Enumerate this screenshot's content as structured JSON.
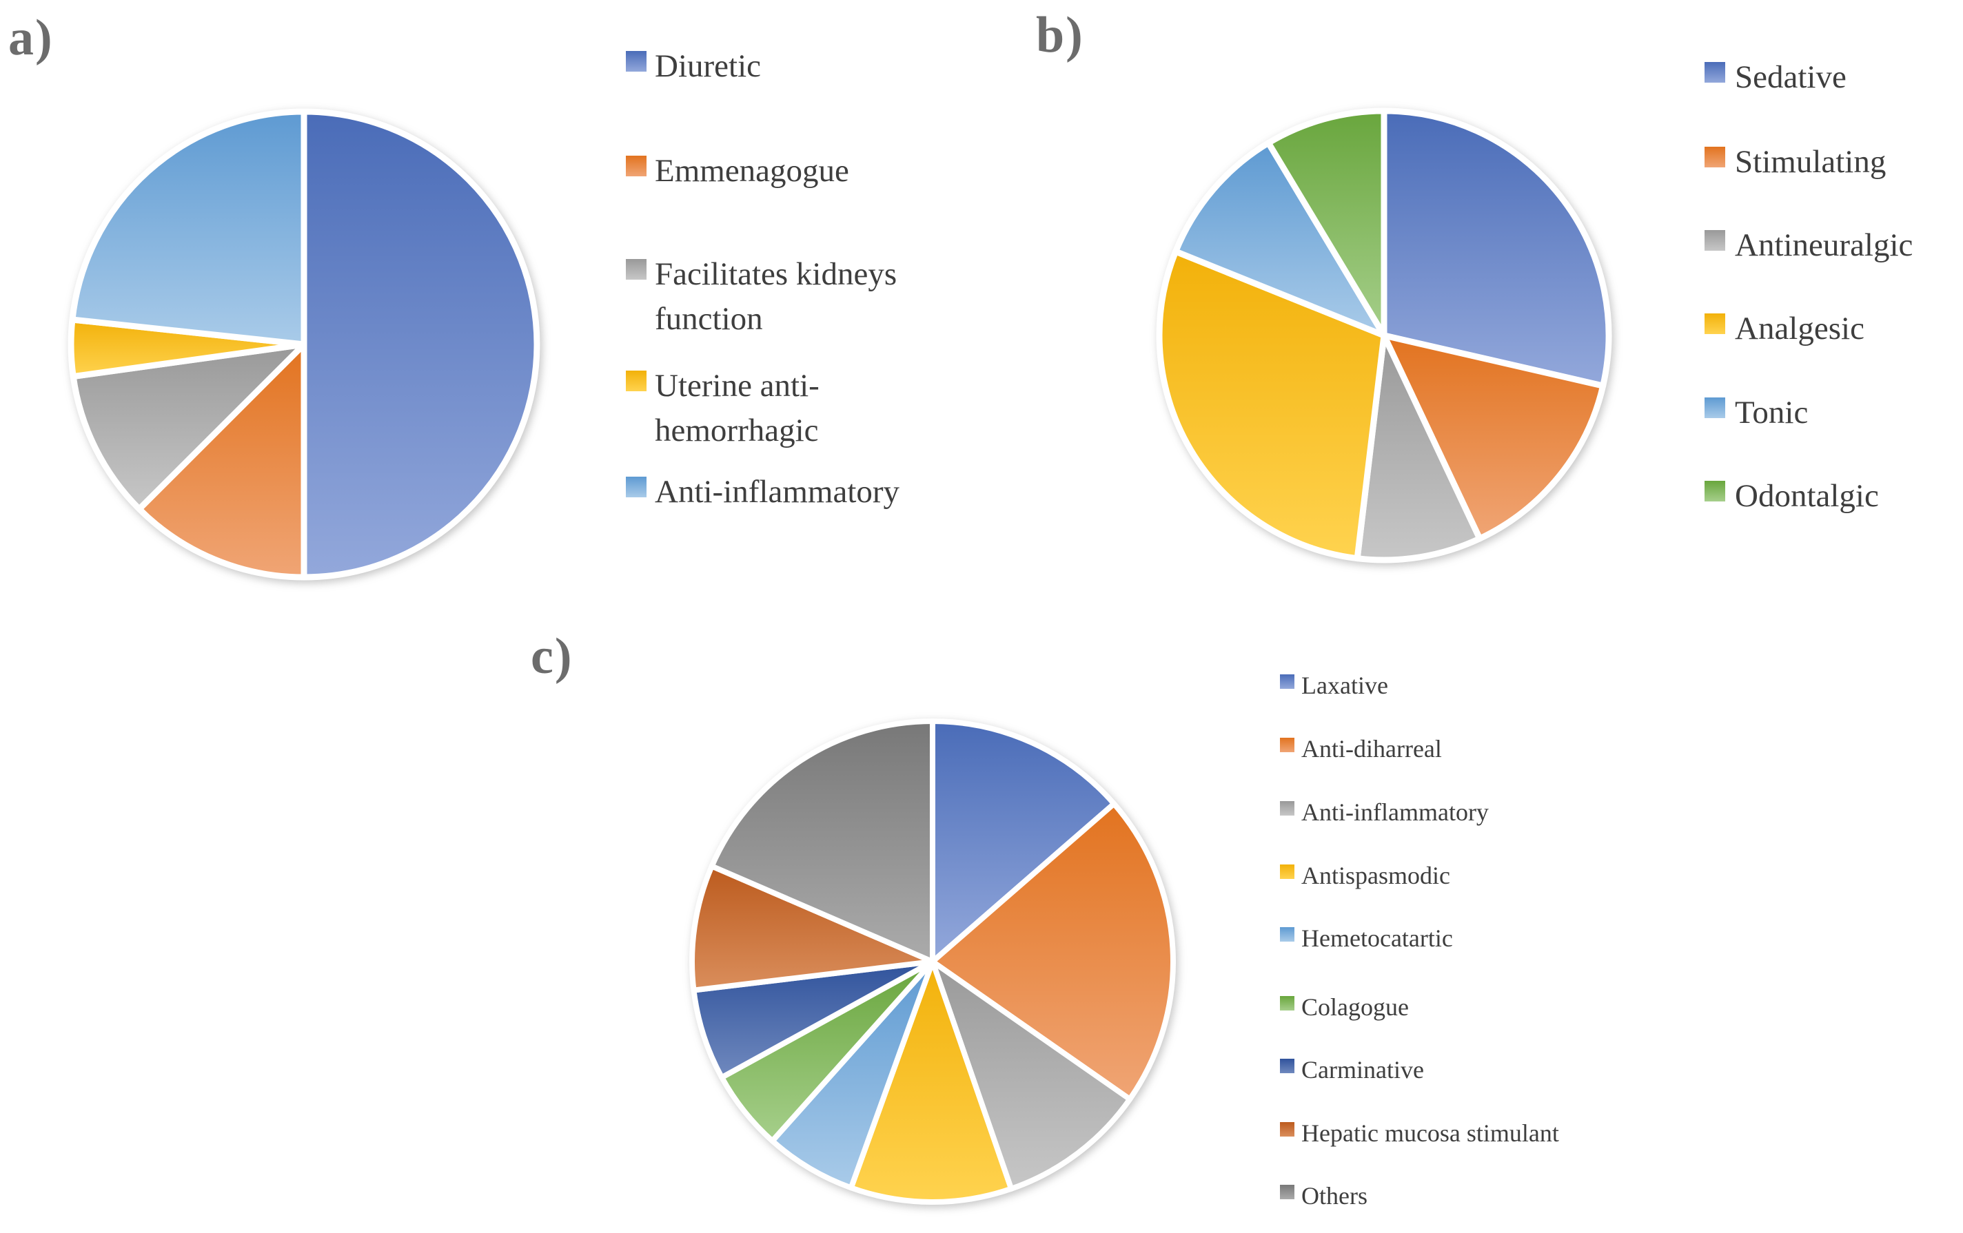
{
  "figure": {
    "background": "#ffffff",
    "text_color": "#3e3e3e",
    "panel_label_color": "#6c6c6c"
  },
  "palette": {
    "blue": {
      "swatch": "#4472C4",
      "grad": [
        "#4a6cb8",
        "#93a8db"
      ]
    },
    "orange": {
      "swatch": "#ED7D31",
      "grad": [
        "#e2731f",
        "#f0a575"
      ]
    },
    "gray": {
      "swatch": "#A5A5A5",
      "grad": [
        "#999999",
        "#c7c7c7"
      ]
    },
    "yellow": {
      "swatch": "#FFC000",
      "grad": [
        "#f2b10a",
        "#ffd34f"
      ]
    },
    "lightblue": {
      "swatch": "#5B9BD5",
      "grad": [
        "#5e9ad2",
        "#a9cbe9"
      ]
    },
    "green": {
      "swatch": "#70AD47",
      "grad": [
        "#69a63d",
        "#a6cf8b"
      ]
    },
    "navy": {
      "swatch": "#2F5597",
      "grad": [
        "#30539c",
        "#7089be"
      ]
    },
    "darkorange": {
      "swatch": "#C55A11",
      "grad": [
        "#bc5b1e",
        "#da8e5c"
      ]
    },
    "darkgray": {
      "swatch": "#7F7F7F",
      "grad": [
        "#787878",
        "#ababab"
      ]
    }
  },
  "chart_data": [
    {
      "type": "pie",
      "panel_label": "a)",
      "legend_position": "right",
      "start_angle_deg": 0,
      "slices": [
        {
          "label": "Diuretic",
          "value": 50.0,
          "color": "blue"
        },
        {
          "label": "Emmenagogue",
          "value": 12.5,
          "color": "orange"
        },
        {
          "label": "Facilitates kidneys function",
          "value": 10.3,
          "color": "gray"
        },
        {
          "label": "Uterine anti-hemorrhagic",
          "value": 3.9,
          "color": "yellow"
        },
        {
          "label": "Anti-inflammatory",
          "value": 23.3,
          "color": "lightblue"
        }
      ]
    },
    {
      "type": "pie",
      "panel_label": "b)",
      "legend_position": "right",
      "start_angle_deg": 0,
      "slices": [
        {
          "label": "Sedative",
          "value": 28.6,
          "color": "blue"
        },
        {
          "label": "Stimulating",
          "value": 14.4,
          "color": "orange"
        },
        {
          "label": "Antineuralgic",
          "value": 8.9,
          "color": "gray"
        },
        {
          "label": "Analgesic",
          "value": 29.2,
          "color": "yellow"
        },
        {
          "label": "Tonic",
          "value": 10.3,
          "color": "lightblue"
        },
        {
          "label": "Odontalgic",
          "value": 8.6,
          "color": "green"
        }
      ]
    },
    {
      "type": "pie",
      "panel_label": "c)",
      "legend_position": "right",
      "start_angle_deg": 0,
      "slices": [
        {
          "label": "Laxative",
          "value": 13.6,
          "color": "blue"
        },
        {
          "label": "Anti-diharreal",
          "value": 21.1,
          "color": "orange"
        },
        {
          "label": "Anti-inflammatory",
          "value": 10.0,
          "color": "gray"
        },
        {
          "label": "Antispasmodic",
          "value": 10.8,
          "color": "yellow"
        },
        {
          "label": "Hemetocatartic",
          "value": 6.1,
          "color": "lightblue"
        },
        {
          "label": "Colagogue",
          "value": 5.4,
          "color": "green"
        },
        {
          "label": "Carminative",
          "value": 6.1,
          "color": "navy"
        },
        {
          "label": "Hepatic mucosa stimulant",
          "value": 8.4,
          "color": "darkorange"
        },
        {
          "label": "Others",
          "value": 18.5,
          "color": "darkgray"
        }
      ]
    }
  ]
}
